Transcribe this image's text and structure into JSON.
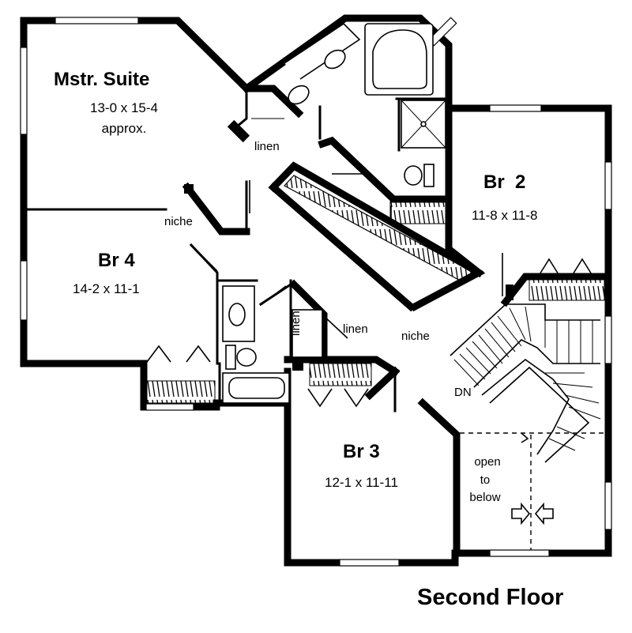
{
  "rooms": {
    "master": {
      "name": "Mstr. Suite",
      "dims": "13-0 x 15-4",
      "note": "approx."
    },
    "br2": {
      "name": "Br  2",
      "dims": "11-8 x 11-8"
    },
    "br3": {
      "name": "Br 3",
      "dims": "12-1 x 11-11"
    },
    "br4": {
      "name": "Br 4",
      "dims": "14-2 x 11-1"
    }
  },
  "labels": {
    "linen_top": "linen",
    "linen_mid": "linen",
    "linen_vertical": "linen",
    "niche_left": "niche",
    "niche_center": "niche",
    "stair_dn": "DN",
    "open_line1": "open",
    "open_line2": "to",
    "open_line3": "below"
  },
  "title": "Second Floor"
}
